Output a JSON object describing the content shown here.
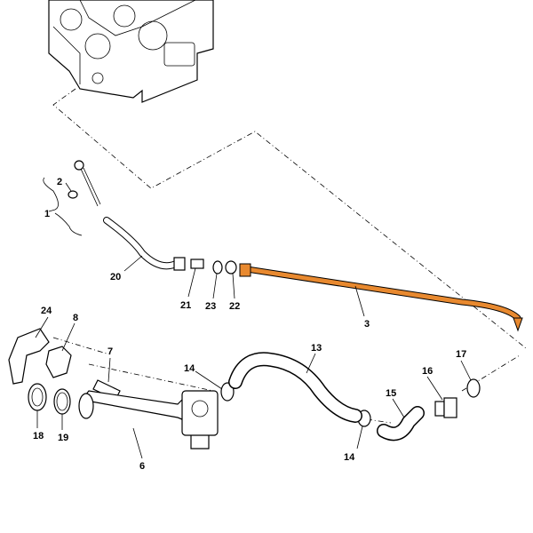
{
  "colors": {
    "highlight": "#e8892f",
    "line": "#000000"
  },
  "callouts": {
    "c1": "1",
    "c2": "2",
    "c20": "20",
    "c21": "21",
    "c23": "23",
    "c22": "22",
    "c3": "3",
    "c24": "24",
    "c8": "8",
    "c7": "7",
    "c14a": "14",
    "c13": "13",
    "c17": "17",
    "c16": "16",
    "c15": "15",
    "c18": "18",
    "c19": "19",
    "c6": "6",
    "c14b": "14"
  }
}
